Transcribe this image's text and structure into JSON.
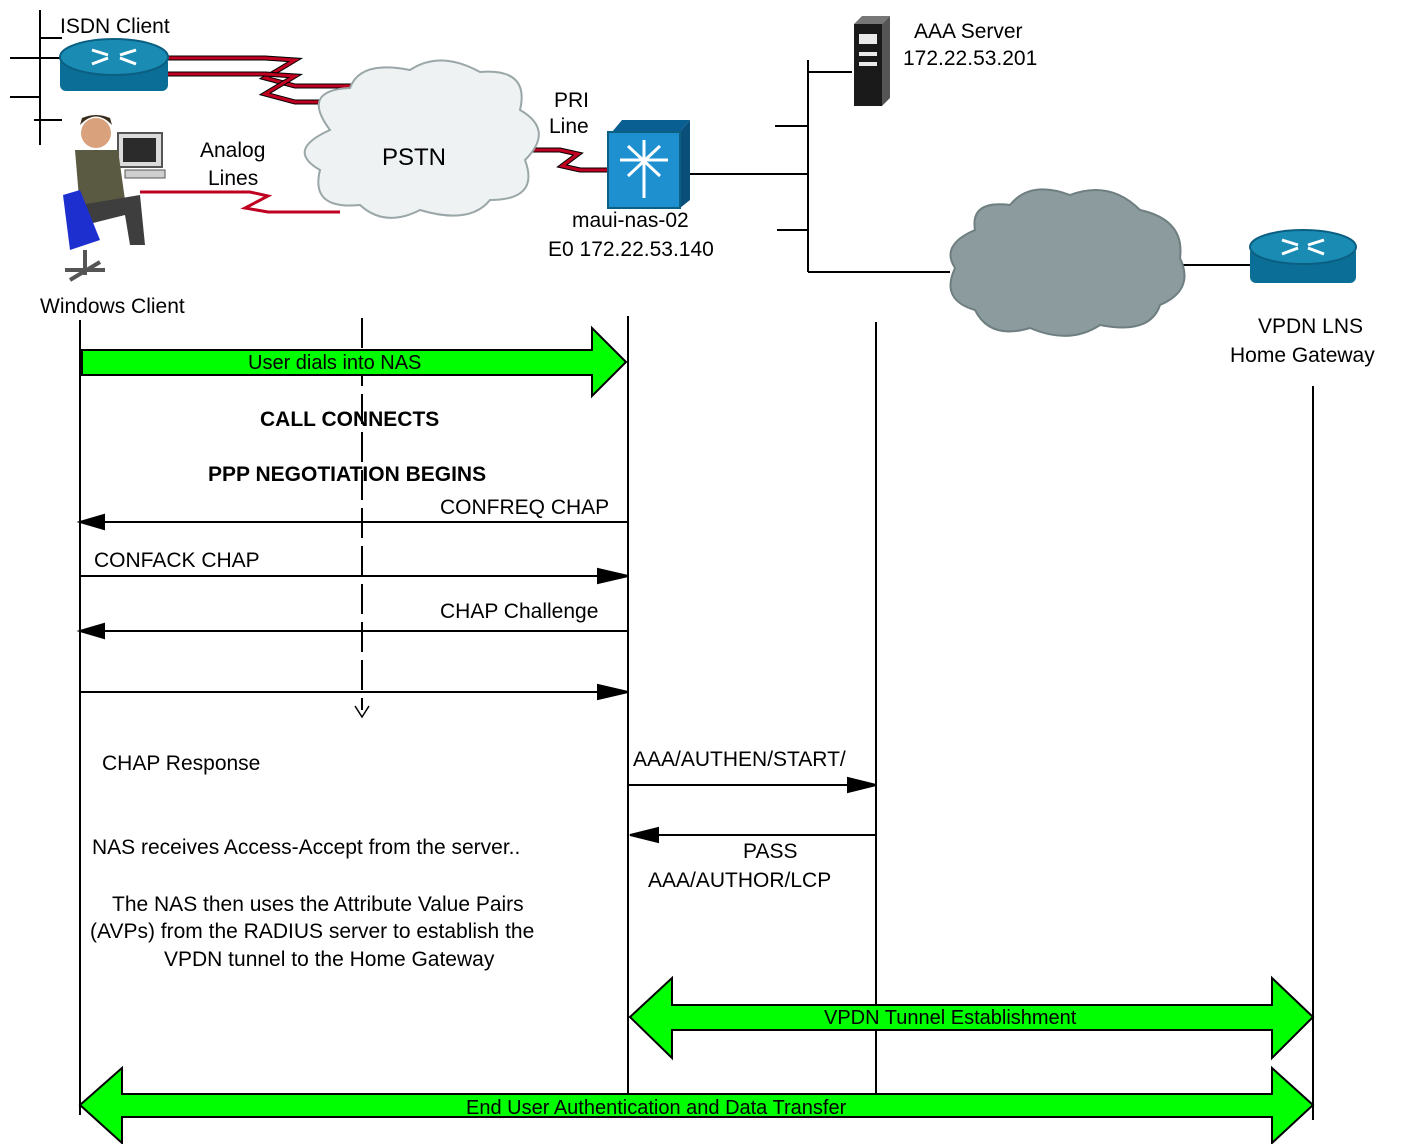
{
  "colors": {
    "big_arrow_fill": "#00ff00",
    "serial_link": "#c00020",
    "cloud_pstn": "#eef2f3",
    "cloud_internet": "#8c9c9e",
    "router": "#1a8cb4",
    "nas": "#1e90d0"
  },
  "devices": {
    "isdn_client": {
      "label": "ISDN Client",
      "icon": "router-icon"
    },
    "windows_client": {
      "label": "Windows Client",
      "icon": "user-at-computer-icon"
    },
    "pstn": {
      "label": "PSTN",
      "icon": "cloud-icon"
    },
    "analog_lines": {
      "line1": "Analog",
      "line2": "Lines"
    },
    "pri_line": {
      "line1": "PRI",
      "line2": "Line"
    },
    "nas": {
      "name": "maui-nas-02",
      "address": "E0 172.22.53.140",
      "icon": "access-server-icon"
    },
    "aaa_server": {
      "name": "AAA Server",
      "address": "172.22.53.201",
      "icon": "tower-server-icon"
    },
    "lns": {
      "line1": "VPDN LNS",
      "line2": "Home Gateway",
      "icon": "router-icon"
    }
  },
  "flow": {
    "dial": "User dials into NAS",
    "call_connects": "CALL CONNECTS",
    "ppp_begins": "PPP NEGOTIATION BEGINS",
    "confreq": "CONFREQ CHAP",
    "confack": "CONFACK  CHAP",
    "chap_challenge": "CHAP Challenge",
    "chap_response": "CHAP Response",
    "aaa_authen": "AAA/AUTHEN/START/",
    "pass": "PASS",
    "aaa_author": "AAA/AUTHOR/LCP",
    "access_accept": "NAS receives Access-Accept from the server..",
    "avp_text": [
      "The NAS then uses the Attribute Value Pairs",
      "(AVPs) from the RADIUS server to establish the",
      "VPDN tunnel to the Home Gateway"
    ],
    "vpdn_tunnel": "VPDN Tunnel Establishment",
    "end_user": "End User Authentication and Data Transfer"
  }
}
